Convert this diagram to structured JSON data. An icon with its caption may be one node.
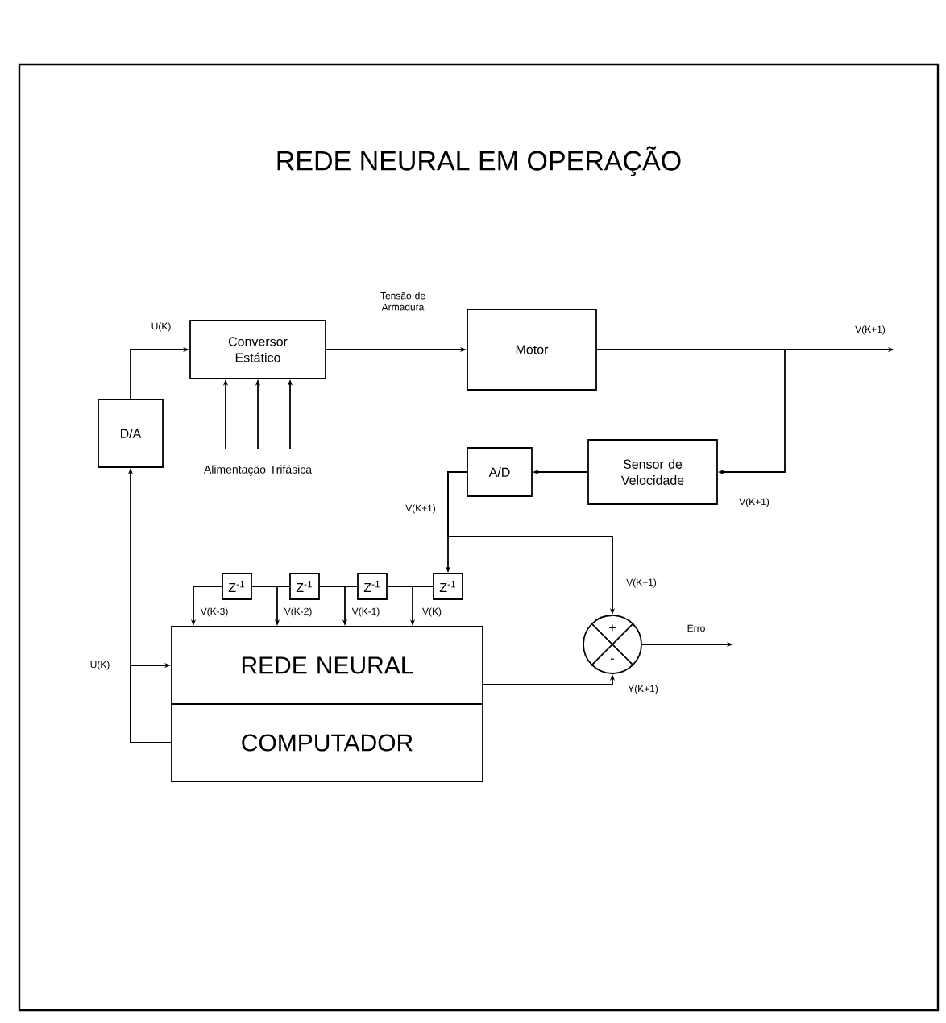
{
  "diagram": {
    "title": "REDE NEURAL EM OPERAÇÃO",
    "nodes": [
      {
        "text": [
          "Conversor Estático"
        ]
      },
      {
        "text": [
          "Motor"
        ]
      },
      {
        "text": [
          "D/A"
        ]
      },
      {
        "text": [
          "A/D"
        ]
      },
      {
        "text": [
          "Sensor de Velocidade"
        ]
      },
      {
        "text": [
          "Z$^{-1}$"
        ]
      },
      {
        "text": [
          "Z$^{-1}$"
        ]
      },
      {
        "text": [
          "Z$^{-1}$"
        ]
      },
      {
        "text": [
          "Z$^{-1}$"
        ]
      },
      {
        "text": [
          "REDE NEURAL"
        ]
      },
      {
        "text": [
          "COMPUTADOR"
        ]
      },
      {
        "text": [
          "+",
          "-"
        ]
      },
      {
        "text": [
          "Alimentação Trifásica"
        ]
      }
    ],
    "edges": [
      {
        "from": 2,
        "to": 0,
        "arrow": "to",
        "label": "U(K)"
      },
      {
        "from": 12,
        "to": 0,
        "arrow": "to"
      },
      {
        "from": 12,
        "to": 0,
        "arrow": "to"
      },
      {
        "from": 12,
        "to": 0,
        "arrow": "to"
      },
      {
        "from": 0,
        "to": 1,
        "arrow": "to",
        "label": "Tensão de Armadura"
      },
      {
        "from": 1,
        "to": null,
        "arrow": "to",
        "label": "V(K+1)"
      },
      {
        "from": 1,
        "to": 4,
        "arrow": "to",
        "label": "V(K+1)"
      },
      {
        "from": 4,
        "to": 3,
        "arrow": "to"
      },
      {
        "from": 3,
        "to": 8,
        "arrow": "to",
        "label": "V(K+1)"
      },
      {
        "from": 3,
        "to": 11,
        "arrow": "to",
        "label": "V(K+1)"
      },
      {
        "from": 8,
        "to": 7,
        "arrow": "none"
      },
      {
        "from": 7,
        "to": 6,
        "arrow": "none"
      },
      {
        "from": 6,
        "to": 5,
        "arrow": "none"
      },
      {
        "from": 8,
        "to": 9,
        "arrow": "to",
        "label": "V(K)"
      },
      {
        "from": 7,
        "to": 9,
        "arrow": "to",
        "label": "V(K-1)"
      },
      {
        "from": 6,
        "to": 9,
        "arrow": "to",
        "label": "V(K-2)"
      },
      {
        "from": 5,
        "to": 9,
        "arrow": "to",
        "label": "V(K-3)"
      },
      {
        "from": 9,
        "to": 11,
        "arrow": "to",
        "label": "Y(K+1)"
      },
      {
        "from": 11,
        "to": null,
        "arrow": "to",
        "label": "Erro"
      },
      {
        "from": 10,
        "to": 2,
        "arrow": "to"
      },
      {
        "from": 10,
        "to": 9,
        "arrow": "to",
        "label": "U(K)"
      }
    ]
  }
}
